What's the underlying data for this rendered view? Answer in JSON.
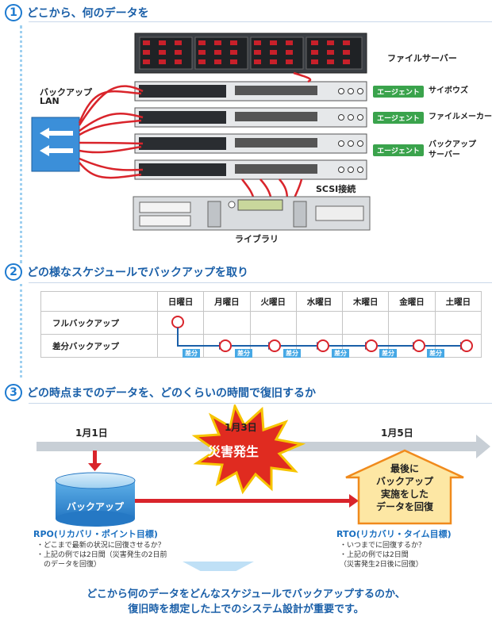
{
  "section1": {
    "number": "1",
    "title": "どこから、何のデータを",
    "file_server": "ファイルサーバー",
    "backup_lan": [
      "バックアップ",
      "LAN"
    ],
    "agent_label": "エージェント",
    "servers": [
      {
        "name": [
          "サイボウズ"
        ]
      },
      {
        "name": [
          "ファイルメーカー"
        ]
      },
      {
        "name": [
          "バックアップ",
          "サーバー"
        ]
      }
    ],
    "scsi": "SCSI接続",
    "library": "ライブラリ"
  },
  "section2": {
    "number": "2",
    "title": "どの様なスケジュールでバックアップを取り",
    "days": [
      "日曜日",
      "月曜日",
      "火曜日",
      "水曜日",
      "木曜日",
      "金曜日",
      "土曜日"
    ],
    "rows": [
      "フルバックアップ",
      "差分バックアップ"
    ],
    "diff_label": "差分"
  },
  "section3": {
    "number": "3",
    "title": "どの時点までのデータを、どのくらいの時間で復旧するか",
    "dates": [
      "1月1日",
      "1月3日",
      "1月5日"
    ],
    "disaster": "災害発生",
    "backup": "バックアップ",
    "restore": [
      "最後に",
      "バックアップ",
      "実施をした",
      "データを回復"
    ],
    "rpo": {
      "title": "RPO(リカバリ・ポイント目標)",
      "notes": [
        "・どこまで最新の状況に回復させるか？",
        "・上記の例では2日間（災害発生の2日前",
        "　のデータを回復）"
      ]
    },
    "rto": {
      "title": "RTO(リカバリ・タイム目標)",
      "notes": [
        "・いつまでに回復するか？",
        "・上記の例では2日間",
        "（災害発生2日後に回復）"
      ]
    }
  },
  "summary": [
    "どこから何のデータをどんなスケジュールでバックアップするのか、",
    "復旧時を想定した上でのシステム設計が重要です。"
  ],
  "colors": {
    "accent": "#1e7bd0",
    "agent": "#3aa34c",
    "red": "#d9242b",
    "arrow_gray": "#c8cfd6",
    "restore_yellow": "#fde7a4"
  }
}
